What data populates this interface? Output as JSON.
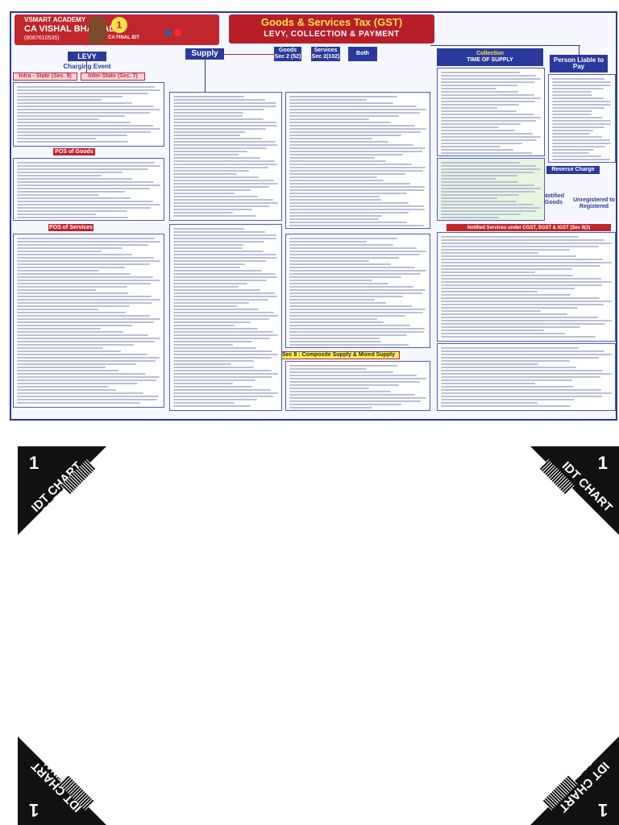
{
  "header": {
    "academy": "VSMART ACADEMY",
    "faculty": "CA VISHAL BHATTAD",
    "phone": "(8087610535)",
    "badge_number": "1",
    "badge_text": "CA FINAL IDT",
    "title": "Goods & Services Tax (GST)",
    "subtitle": "LEVY, COLLECTION & PAYMENT"
  },
  "nodes": {
    "levy": "LEVY",
    "charging_event": "Charging Event",
    "intra_state": "Intra - State (Sec. 9)",
    "inter_state": "Inter-State (Sec. 7)",
    "supply": "Supply",
    "goods": "Goods Sec 2 (52)",
    "services": "Services Sec 2(102)",
    "both": "Both",
    "collection": "Collection",
    "time_of_supply": "TIME OF SUPPLY",
    "person_liable": "Person Liable to Pay",
    "pos_goods": "POS of Goods",
    "pos_services": "POS of Services",
    "composite": "Sec 8 : Composite Supply & Mixed Supply",
    "reverse_charge": "Reverse Charge",
    "unreg_to_reg": "Unregistered to Registered",
    "notified_services": "Notified Services under CGST, SGST & IGST (Sec 9(3)",
    "notified_goods": "Notified Goods"
  },
  "corners": {
    "number": "1",
    "line1": "IDT CHART",
    "line2": "CA FINAL"
  },
  "colors": {
    "navy": "#2a3a9c",
    "red": "#c0262c",
    "yellow": "#fff15c",
    "green": "#2c9a45"
  }
}
